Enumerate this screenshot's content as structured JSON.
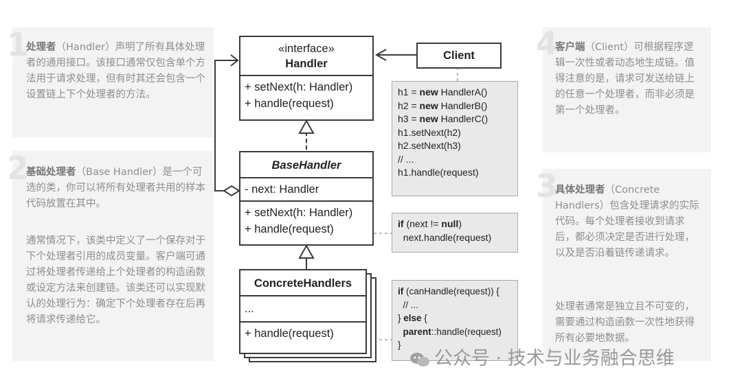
{
  "panels": {
    "handler": {
      "num": "1",
      "bold": "处理者",
      "text": "（Handler）声明了所有具体处理者的通用接口。该接口通常仅包含单个方法用于请求处理，但有时其还会包含一个设置链上下个处理者的方法。"
    },
    "base": {
      "num": "2",
      "bold": "基础处理者",
      "text": "（Base Handler）是一个可选的类，你可以将所有处理者共用的样本代码放置在其中。",
      "text2": "通常情况下，该类中定义了一个保存对于下个处理者引用的成员变量。客户端可通过将处理者传递给上个处理者的构造函数或设定方法来创建链。该类还可以实现默认的处理行为：确定下个处理者存在后再将请求传递给它。"
    },
    "client": {
      "num": "4",
      "bold": "客户端",
      "text": "（Client）可根据程序逻辑一次性或者动态地生成链。值得注意的是，请求可发送给链上的任意一个处理者，而非必须是第一个处理者。"
    },
    "concrete": {
      "num": "3",
      "bold": "具体处理者",
      "text": "（Concrete Handlers）包含处理请求的实际代码。每个处理者接收到请求后，都必须决定是否进行处理，以及是否沿着链传递请求。",
      "text2": "处理者通常是独立且不可变的，需要通过构造函数一次性地获得所有必要地数据。"
    }
  },
  "uml": {
    "handler": {
      "stereotype": "«interface»",
      "name": "Handler",
      "m1": "+ setNext(h: Handler)",
      "m2": "+ handle(request)"
    },
    "base": {
      "name": "BaseHandler",
      "field": "- next: Handler",
      "m1": "+ setNext(h: Handler)",
      "m2": "+ handle(request)"
    },
    "concrete": {
      "name": "ConcreteHandlers",
      "field": "...",
      "m1": "+ handle(request)"
    },
    "client": {
      "name": "Client"
    }
  },
  "notes": {
    "client": [
      "h1 = ",
      "new",
      " HandlerA()",
      "h2 = ",
      "new",
      " HandlerB()",
      "h3 = ",
      "new",
      " HandlerC()",
      "h1.setNext(h2)",
      "h2.setNext(h3)",
      "// ...",
      "h1.handle(request)"
    ],
    "base": [
      "if",
      " (next != ",
      "null",
      ")",
      "next.handle(request)"
    ],
    "concrete": [
      "if",
      " (canHandle(request)) {",
      "// ...",
      "} ",
      "else",
      " {",
      "parent",
      "::handle(request)",
      "}"
    ]
  },
  "watermark": "公众号 · 技术与业务融合思维"
}
